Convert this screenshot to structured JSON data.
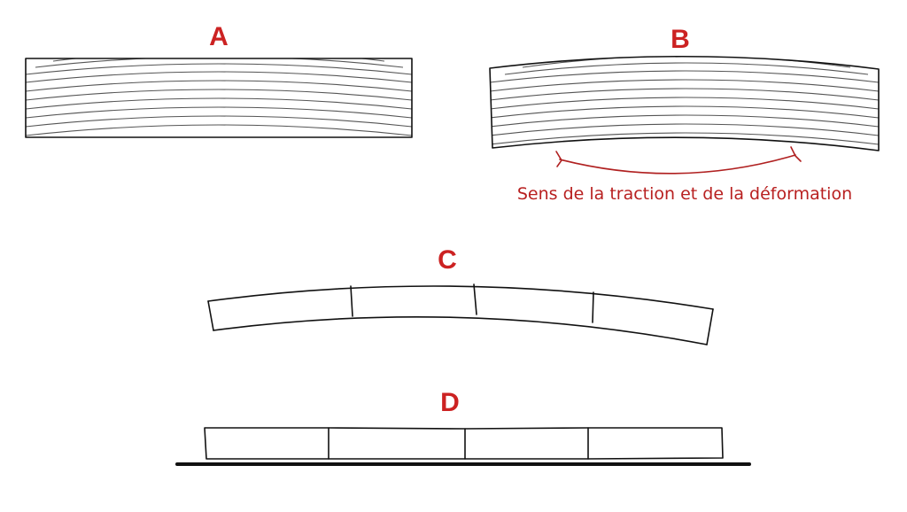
{
  "panels": {
    "a": {
      "label": "A"
    },
    "b": {
      "label": "B",
      "caption": "Sens de la traction et de la déformation"
    },
    "c": {
      "label": "C"
    },
    "d": {
      "label": "D"
    }
  },
  "colors": {
    "label": "#cc2222",
    "caption": "#b82020",
    "arrow": "#b02020",
    "line": "#111111",
    "grain": "#555555"
  }
}
